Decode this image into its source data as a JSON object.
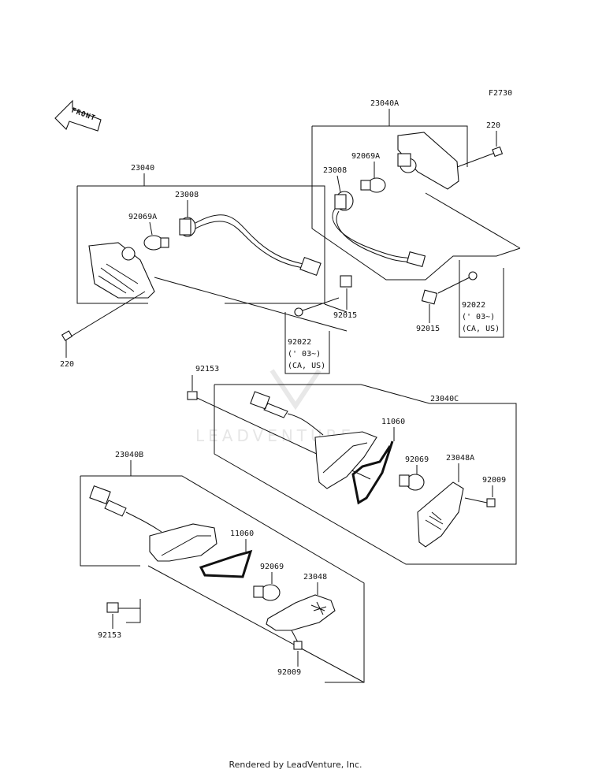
{
  "diagram": {
    "figure_code": "F2730",
    "front_label": "FRONT",
    "watermark": "LEADVENTURE",
    "labels": {
      "assy_23040": "23040",
      "assy_23040A": "23040A",
      "assy_23040B": "23040B",
      "assy_23040C": "23040C",
      "socket_23008_left": "23008",
      "socket_23008_right": "23008",
      "bulb_92069A_left": "92069A",
      "bulb_92069A_right": "92069A",
      "screw_220_left": "220",
      "screw_220_right": "220",
      "nut_92015_left": "92015",
      "nut_92015_right": "92015",
      "washer_92022_left": "92022",
      "washer_92022_right": "92022",
      "note_03_left": "(' 03~)",
      "note_03_right": "(' 03~)",
      "note_caus_left": "(CA, US)",
      "note_caus_right": "(CA, US)",
      "bolt_92153_top": "92153",
      "bolt_92153_bottom": "92153",
      "gasket_11060_c": "11060",
      "gasket_11060_b": "11060",
      "bulb_92069_c": "92069",
      "bulb_92069_b": "92069",
      "lens_23048A": "23048A",
      "lens_23048": "23048",
      "screw_92009_c": "92009",
      "screw_92009_b": "92009"
    }
  },
  "footer": {
    "credit": "Rendered by LeadVenture, Inc."
  }
}
